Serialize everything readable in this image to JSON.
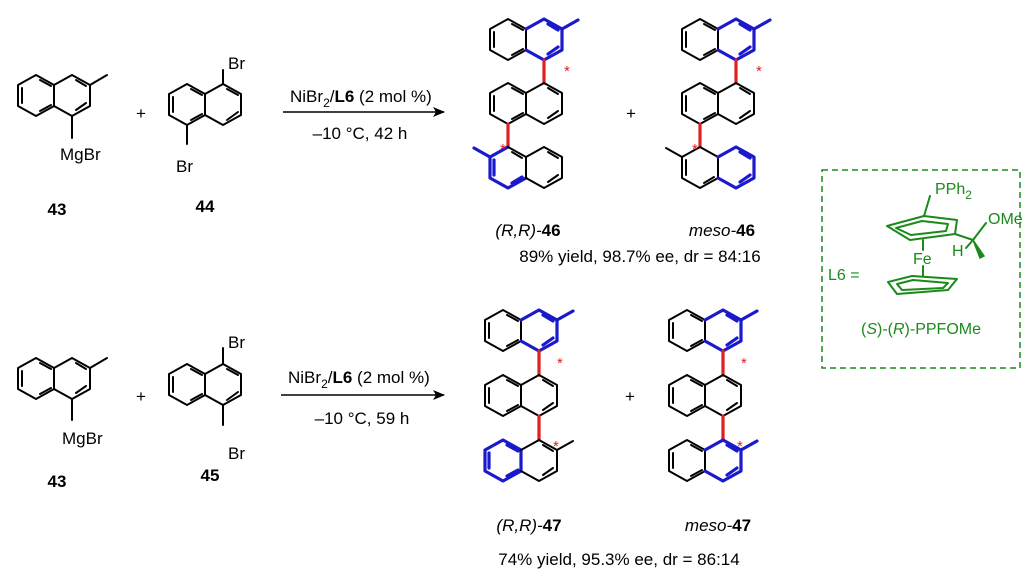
{
  "reactions": [
    {
      "reagent_a": {
        "substituent": "MgBr",
        "label": "43"
      },
      "plus1": "+",
      "reagent_b": {
        "br_top": "Br",
        "br_bottom": "Br",
        "label": "44"
      },
      "conditions_above": {
        "prefix": "NiBr",
        "sub": "2",
        "slash": "/",
        "ligand": "L6",
        "suffix": " (2 mol %)"
      },
      "conditions_below": "–10 °C, 42 h",
      "plus2": "+",
      "product_1": {
        "prefix": "(R,R)-",
        "bold": "46"
      },
      "product_2": {
        "prefix": "meso-",
        "bold": "46"
      },
      "result": "89% yield, 98.7% ee, dr = 84:16"
    },
    {
      "reagent_a": {
        "substituent": "MgBr",
        "label": "43"
      },
      "plus1": "+",
      "reagent_b": {
        "br_top": "Br",
        "br_bottom": "Br",
        "label": "45"
      },
      "conditions_above": {
        "prefix": "NiBr",
        "sub": "2",
        "slash": "/",
        "ligand": "L6",
        "suffix": " (2 mol %)"
      },
      "conditions_below": "–10 °C, 59 h",
      "plus2": "+",
      "product_1": {
        "prefix": "(R,R)-",
        "bold": "47"
      },
      "product_2": {
        "prefix": "meso-",
        "bold": "47"
      },
      "result": "74% yield, 95.3% ee, dr = 86:14"
    }
  ],
  "stereo_marker": "*",
  "ligand_box": {
    "label": "L6 =",
    "pph": "PPh",
    "pph_sub": "2",
    "ome": "OMe",
    "fe": "Fe",
    "h": "H",
    "name_parts": [
      "(",
      "S",
      ")-(",
      "R",
      ")-PPFOMe"
    ]
  },
  "colors": {
    "highlight_bond": "#e02020",
    "highlight_ring": "#1a1acc",
    "ligand": "#1b8a1b"
  }
}
